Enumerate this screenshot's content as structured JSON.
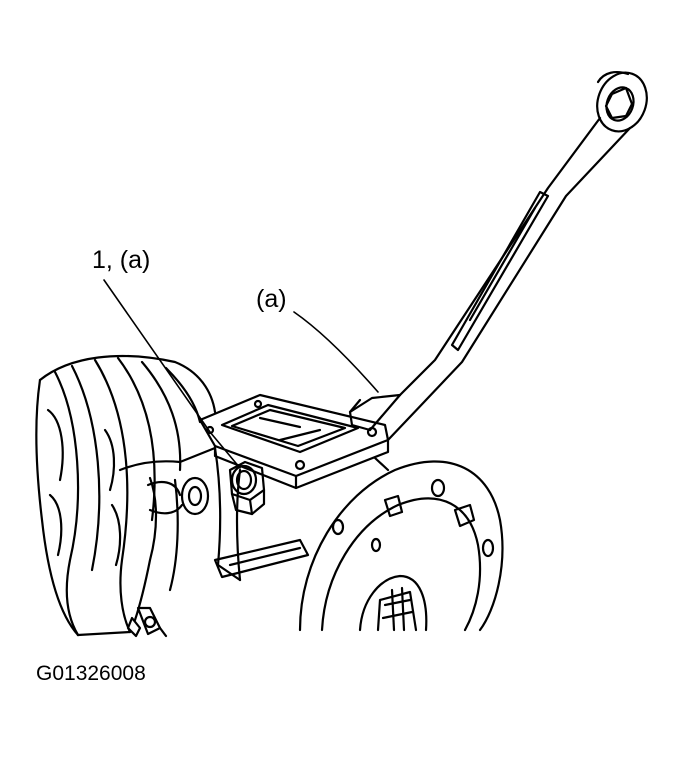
{
  "callouts": {
    "part_bolt": "1, (a)",
    "tool_wrench": "(a)"
  },
  "figure_code": "G01326008",
  "colors": {
    "ink": "#000000",
    "paper": "#ffffff"
  },
  "icons": {
    "wrench": "box-end-wrench",
    "bolt": "hex-bolt",
    "housing": "transmission-case"
  }
}
